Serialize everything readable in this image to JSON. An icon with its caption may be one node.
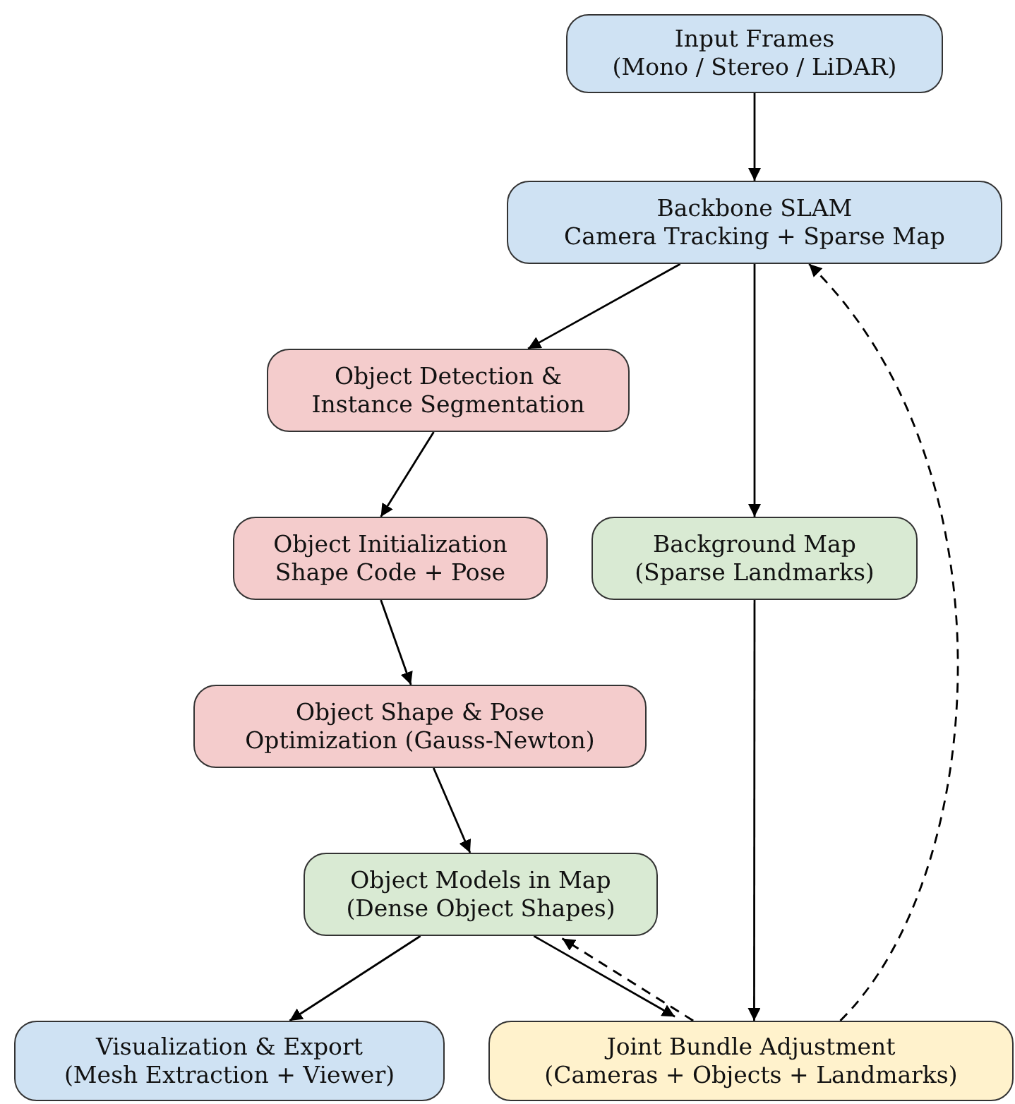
{
  "diagram": {
    "nodes": [
      {
        "text": [
          "Input Frames",
          "(Mono / Stereo / LiDAR)"
        ]
      },
      {
        "text": [
          "Backbone SLAM",
          "Camera Tracking + Sparse Map"
        ]
      },
      {
        "text": [
          "Object Detection &",
          "Instance Segmentation"
        ]
      },
      {
        "text": [
          "Object Initialization",
          "Shape Code + Pose"
        ]
      },
      {
        "text": [
          "Background Map",
          "(Sparse Landmarks)"
        ]
      },
      {
        "text": [
          "Object Shape & Pose",
          "Optimization (Gauss-Newton)"
        ]
      },
      {
        "text": [
          "Object Models in Map",
          "(Dense Object Shapes)"
        ]
      },
      {
        "text": [
          "Visualization & Export",
          "(Mesh Extraction + Viewer)"
        ]
      },
      {
        "text": [
          "Joint Bundle Adjustment",
          "(Cameras + Objects + Landmarks)"
        ]
      }
    ],
    "edges": [
      {
        "from": 0,
        "to": 1,
        "arrow": "to"
      },
      {
        "from": 1,
        "to": 2,
        "arrow": "to"
      },
      {
        "from": 1,
        "to": 4,
        "arrow": "to"
      },
      {
        "from": 2,
        "to": 3,
        "arrow": "to"
      },
      {
        "from": 3,
        "to": 5,
        "arrow": "to"
      },
      {
        "from": 5,
        "to": 6,
        "arrow": "to"
      },
      {
        "from": 6,
        "to": 7,
        "arrow": "to"
      },
      {
        "from": 6,
        "to": 8,
        "arrow": "to"
      },
      {
        "from": 4,
        "to": 8,
        "arrow": "to"
      },
      {
        "from": 8,
        "to": 6,
        "arrow": "to",
        "style": "dashed"
      },
      {
        "from": 8,
        "to": 1,
        "arrow": "to",
        "style": "dashed"
      }
    ]
  }
}
